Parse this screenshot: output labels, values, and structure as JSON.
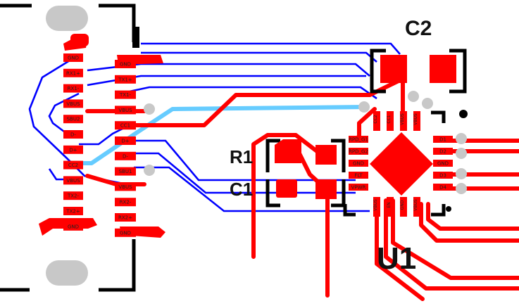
{
  "colors": {
    "top_copper": "#ff0000",
    "bottom_copper": "#0000ff",
    "highlight_trace": "#66ccff",
    "silkscreen": "#000000",
    "via": "#c8c8c8",
    "background": "#ffffff"
  },
  "refdes": {
    "c2": "C2",
    "r1": "R1",
    "c1": "C1",
    "u1": "U1"
  },
  "connector_left_pins": [
    "GND",
    "RX1+",
    "RX1-",
    "VBUS",
    "SBU2",
    "D-",
    "D+",
    "CC2",
    "VBUS",
    "TX2-",
    "TX2+",
    "GND"
  ],
  "connector_right_pins": [
    "GND",
    "TX1+",
    "TX1-",
    "VBUS",
    "CC1",
    "D+",
    "D-",
    "SBU1",
    "VBUS",
    "RX2-",
    "RX2+",
    "GND"
  ],
  "u1_left_pins": [
    "RPD_G1",
    "RPD_G2",
    "GND",
    "FLT",
    "VPWR"
  ],
  "u1_top_pins": [
    "CC2",
    "CC1",
    "VBUS",
    "VBUS"
  ],
  "u1_right_pins": [
    "D1",
    "D2",
    "GND",
    "D3",
    "D4"
  ],
  "u1_bottom_pins": [
    "VBUS",
    "EN",
    "GND",
    "VBUS"
  ]
}
